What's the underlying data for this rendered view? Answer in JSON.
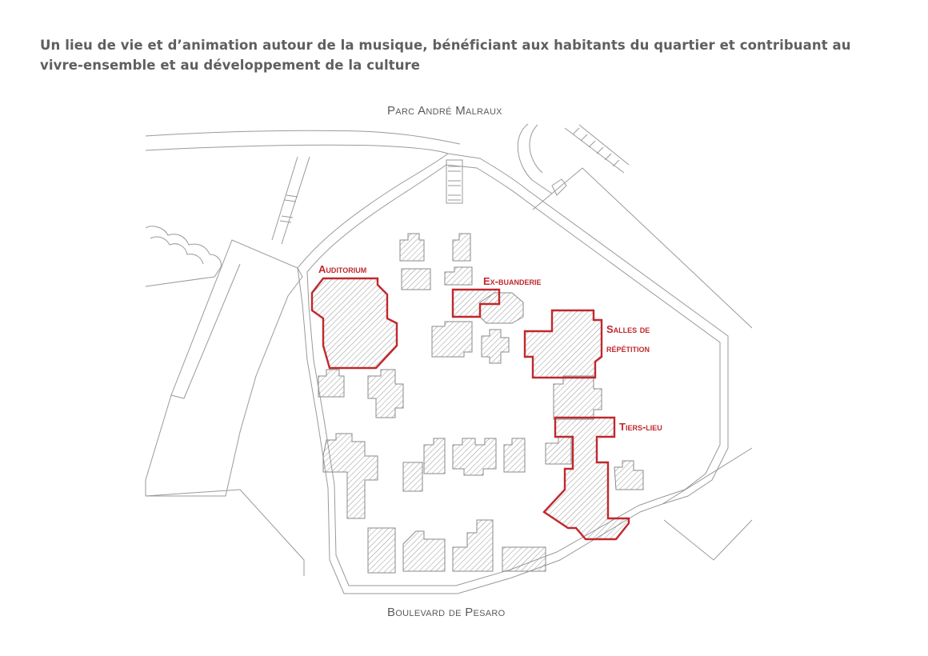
{
  "intro": "Un lieu de vie et d’animation autour de la musique, bénéficiant aux habitants du quartier et contribuant au vivre-ensemble et au développement de la culture",
  "streets": {
    "north": "Parc André Malraux",
    "south": "Boulevard de Pesaro"
  },
  "highlighted_spaces": {
    "auditorium": "Auditorium",
    "ex_buanderie": "Ex-buanderie",
    "salles_line1": "Salles de",
    "salles_line2": "répétition",
    "tiers_lieu": "Tiers-lieu"
  },
  "colors": {
    "highlight": "#c0282d",
    "outline": "#9a9a9a",
    "hatch": "#8a8a8a",
    "text": "#5f5f5f"
  }
}
